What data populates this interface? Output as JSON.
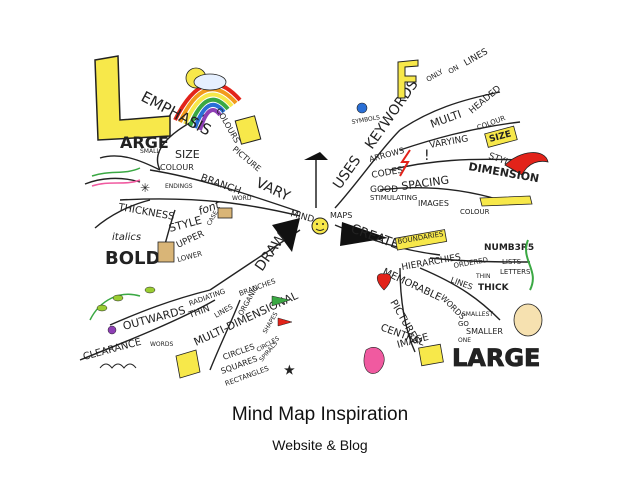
{
  "diagram": {
    "center": "MIND",
    "center_right": "MAPS",
    "branches": {
      "vary": "VARY",
      "uses": "USES",
      "create": "CREATE",
      "draw": "DRAW"
    },
    "vary_words": {
      "emphasis": "EMPHASIS",
      "l": "L",
      "arge": "ARGE",
      "colours": "COLOURS",
      "picture": "PICTURE",
      "small": "SMALL",
      "size": "SIZE",
      "colour": "COLOUR",
      "branch": "BRANCH",
      "endings": "ENDINGS",
      "thickness": "THICKNESS",
      "style": "STYLE",
      "font": "font",
      "upper": "UPPER",
      "lower": "LOWER",
      "case": "CASE",
      "italics": "italics",
      "bold": "BOLD",
      "word": "WORD"
    },
    "uses_words": {
      "keywords": "KEYWORDS",
      "f": "F",
      "only": "ONLY",
      "on": "ON",
      "lines": "LINES",
      "multi": "MULTI",
      "headed": "HEADED",
      "varying": "VARYING",
      "colour": "COLOUR",
      "size": "SIZE",
      "style": "STYLE",
      "dimension": "DIMENSION",
      "arrows": "ARROWS",
      "codes": "CODES",
      "good": "GOOD",
      "spacing": "SPACING",
      "stimulating": "STIMULATING",
      "images": "IMAGES",
      "colour2": "COLOUR",
      "symbols": "SYMBOLS"
    },
    "create_words": {
      "boundaries": "BOUNDARIES",
      "numbers": "NUMB3R5",
      "lists": "LISTS",
      "letters": "LETTERS",
      "hierarchies": "HIERARCHIES",
      "ordered": "ORDERED",
      "lines": "LINES",
      "thick": "THICK",
      "thin": "THIN",
      "memorable": "MEMORABLE",
      "pictures": "PICTURES",
      "central": "CENTRAL",
      "image": "IMAGE",
      "words": "WORDS",
      "smallest": "SMALLEST",
      "go": "GO",
      "smaller": "SMALLER",
      "large": "LARGE",
      "one": "ONE"
    },
    "draw_words": {
      "radiating": "RADIATING",
      "branches": "BRANCHES",
      "thin": "THIN",
      "lines": "LINES",
      "outwards": "OUTWARDS",
      "organic": "ORGANIC",
      "multi_dimensional": "MULTI-DIMENSIONAL",
      "clearance": "CLEARANCE",
      "words": "WORDS",
      "circles": "CIRCLES",
      "squares": "SQUARES",
      "circles2": "CIRCLES",
      "rectangles": "RECTANGLES",
      "spirals": "SPIRALS",
      "shapes": "SHAPES"
    }
  },
  "colors": {
    "ink": "#222222",
    "yellow": "#f7e84a",
    "red": "#e2231a",
    "blue": "#2a6fd6",
    "green": "#3aa843",
    "orange": "#f29a1c",
    "purple": "#8e3fb5",
    "pink": "#f05aa0"
  },
  "caption": {
    "title": "Mind Map Inspiration",
    "subtitle": "Website & Blog"
  }
}
